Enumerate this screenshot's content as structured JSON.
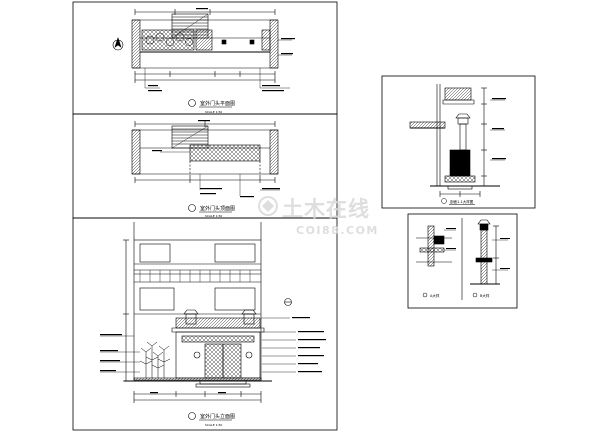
{
  "watermark": {
    "main": "土木在线",
    "sub": "COI88.COM",
    "color": "#d9d9d9"
  },
  "sheets": [
    {
      "id": "plan",
      "title": "室外门头平面图",
      "scale": "SCALE 1:50"
    },
    {
      "id": "top-view",
      "title": "室外门头顶面图",
      "scale": "SCALE 1:50"
    },
    {
      "id": "elevation",
      "title": "室外门头立面图",
      "scale": "SCALE 1:50"
    },
    {
      "id": "section-1",
      "title": "剖面1-1大样图",
      "scale": ""
    },
    {
      "id": "detail-a",
      "title": "A大样",
      "scale": ""
    },
    {
      "id": "detail-b",
      "title": "B大样",
      "scale": ""
    }
  ],
  "colors": {
    "line": "#000000",
    "paper": "#ffffff"
  }
}
